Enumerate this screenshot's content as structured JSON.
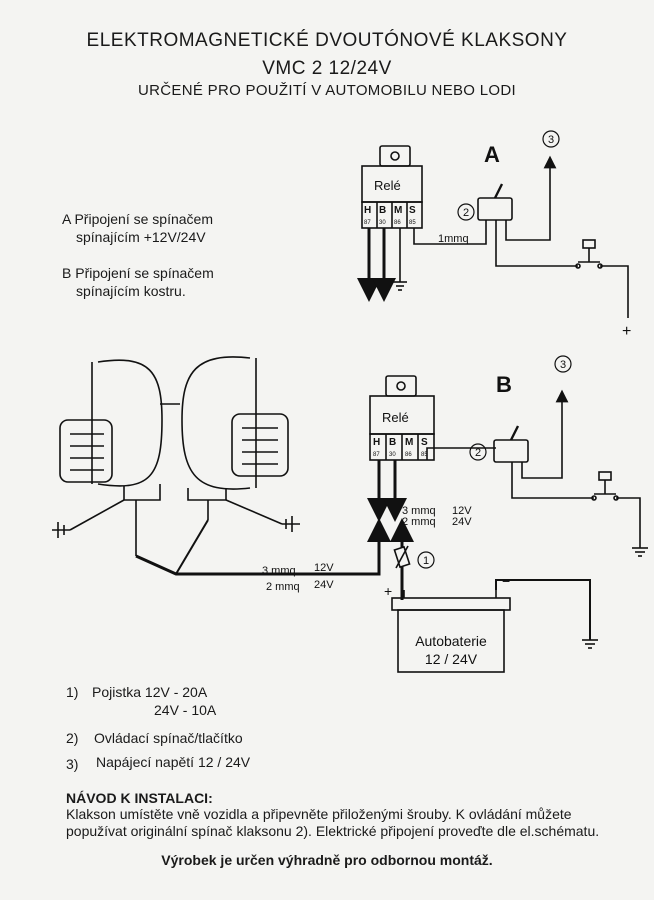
{
  "header": {
    "title": "ELEKTROMAGNETICKÉ DVOUTÓNOVÉ KLAKSONY",
    "model": "VMC 2 12/24V",
    "subtitle": "URČENÉ PRO POUŽITÍ V AUTOMOBILU NEBO LODI"
  },
  "notes": {
    "a_letter": "A",
    "a_line1": "Připojení se spínačem",
    "a_line2": "spínajícím +12V/24V",
    "b_letter": "B",
    "b_line1": "Připojení se spínačem",
    "b_line2": "spínajícím kostru."
  },
  "diagram": {
    "label_a": "A",
    "label_b": "B",
    "relay_label": "Relé",
    "pins": [
      "H",
      "B",
      "M",
      "S"
    ],
    "pin_numbers": [
      "87",
      "30",
      "86",
      "85"
    ],
    "wire_1mm": "1mmq",
    "circle_1": "1",
    "circle_2": "2",
    "circle_3": "3",
    "plus": "+",
    "minus": "−",
    "wire_3mm": "3 mmq",
    "wire_2mm": "2 mmq",
    "v12": "12V",
    "v24": "24V",
    "battery_line1": "Autobaterie",
    "battery_line2": "12 / 24V"
  },
  "legend": {
    "item1_num": "1)",
    "item1_line1": "Pojistka 12V - 20A",
    "item1_line2": "24V - 10A",
    "item2_num": "2)",
    "item2_text": "Ovládací spínač/tlačítko",
    "item3_num": "3)",
    "item3_text": "Napájecí napětí 12 / 24V"
  },
  "instructions": {
    "title": "NÁVOD K INSTALACI:",
    "body": "Klakson umístěte vně vozidla a připevněte přiloženými šrouby. K ovládání můžete popužívat originální spínač klaksonu 2). Elektrické připojení proveďte dle el.schématu.",
    "footer": "Výrobek je určen výhradně pro odbornou montáž."
  }
}
